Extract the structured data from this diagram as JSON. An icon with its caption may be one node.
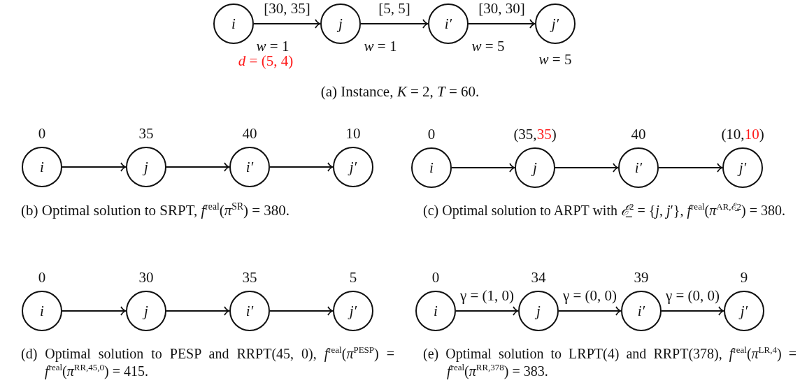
{
  "diagram": {
    "nodes": [
      {
        "text": [
          "i"
        ]
      },
      {
        "text": [
          "j"
        ]
      },
      {
        "text": [
          "i′"
        ]
      },
      {
        "text": [
          "j′"
        ],
        "beside": [
          "*w* = 5"
        ]
      },
      {
        "text": [
          "i"
        ],
        "beside": [
          "0"
        ]
      },
      {
        "text": [
          "j"
        ],
        "beside": [
          "35"
        ]
      },
      {
        "text": [
          "i′"
        ],
        "beside": [
          "40"
        ]
      },
      {
        "text": [
          "j′"
        ],
        "beside": [
          "10"
        ]
      },
      {
        "text": [
          "i"
        ],
        "beside": [
          "0"
        ]
      },
      {
        "text": [
          "j"
        ],
        "beside": [
          "(35,35)"
        ]
      },
      {
        "text": [
          "i′"
        ],
        "beside": [
          "40"
        ]
      },
      {
        "text": [
          "j′"
        ],
        "beside": [
          "(10,10)"
        ]
      },
      {
        "text": [
          "i"
        ],
        "beside": [
          "0"
        ]
      },
      {
        "text": [
          "j"
        ],
        "beside": [
          "30"
        ]
      },
      {
        "text": [
          "i′"
        ],
        "beside": [
          "35"
        ]
      },
      {
        "text": [
          "j′"
        ],
        "beside": [
          "5"
        ]
      },
      {
        "text": [
          "i"
        ],
        "beside": [
          "0"
        ]
      },
      {
        "text": [
          "j"
        ],
        "beside": [
          "34"
        ]
      },
      {
        "text": [
          "i′"
        ],
        "beside": [
          "39"
        ]
      },
      {
        "text": [
          "j′"
        ],
        "beside": [
          "9"
        ]
      }
    ],
    "edges": [
      {
        "from": 0,
        "to": 1,
        "arrow": "to",
        "label": "[30, 35]"
      },
      {
        "from": 1,
        "to": 2,
        "arrow": "to",
        "label": "[5, 5]"
      },
      {
        "from": 2,
        "to": 3,
        "arrow": "to",
        "label": "[30, 30]"
      },
      {
        "from": 4,
        "to": 5,
        "arrow": "to"
      },
      {
        "from": 5,
        "to": 6,
        "arrow": "to"
      },
      {
        "from": 6,
        "to": 7,
        "arrow": "to"
      },
      {
        "from": 8,
        "to": 9,
        "arrow": "to"
      },
      {
        "from": 9,
        "to": 10,
        "arrow": "to"
      },
      {
        "from": 10,
        "to": 11,
        "arrow": "to"
      },
      {
        "from": 12,
        "to": 13,
        "arrow": "to"
      },
      {
        "from": 13,
        "to": 14,
        "arrow": "to"
      },
      {
        "from": 14,
        "to": 15,
        "arrow": "to"
      },
      {
        "from": 16,
        "to": 17,
        "arrow": "to",
        "label": "γ = (1, 0)"
      },
      {
        "from": 17,
        "to": 18,
        "arrow": "to",
        "label": "γ = (0, 0)"
      },
      {
        "from": 18,
        "to": 19,
        "arrow": "to",
        "label": "γ = (0, 0)"
      }
    ],
    "labels": [
      "*w* = 1",
      "*w* = 1",
      "*w* = 5",
      "*d* = (5, 4)",
      "(a) Instance, *K* = 2, *T* = 60.",
      "(b) Optimal solution to SRPT, *f*$^{real}$(*π*$^{SR}$) = 380.",
      "(c) Optimal solution to ARPT with *ℰ̲*$^{2}$ = {*j*, *j*′}, *f*$^{real}$(*π*$^{AR,ℰ̲2}$) = 380.",
      "(d) Optimal solution to PESP and RRPT(45, 0), *f*$^{real}$(*π*$^{PESP}$) = *f*$^{real}$(*π*$^{RR,45,0}$) = 415.",
      "(e) Optimal solution to LRPT(4) and RRPT(378), *f*$^{real}$(*π*$^{LR,4}$) = *f*$^{real}$(*π*$^{RR,378}$) = 383."
    ]
  }
}
